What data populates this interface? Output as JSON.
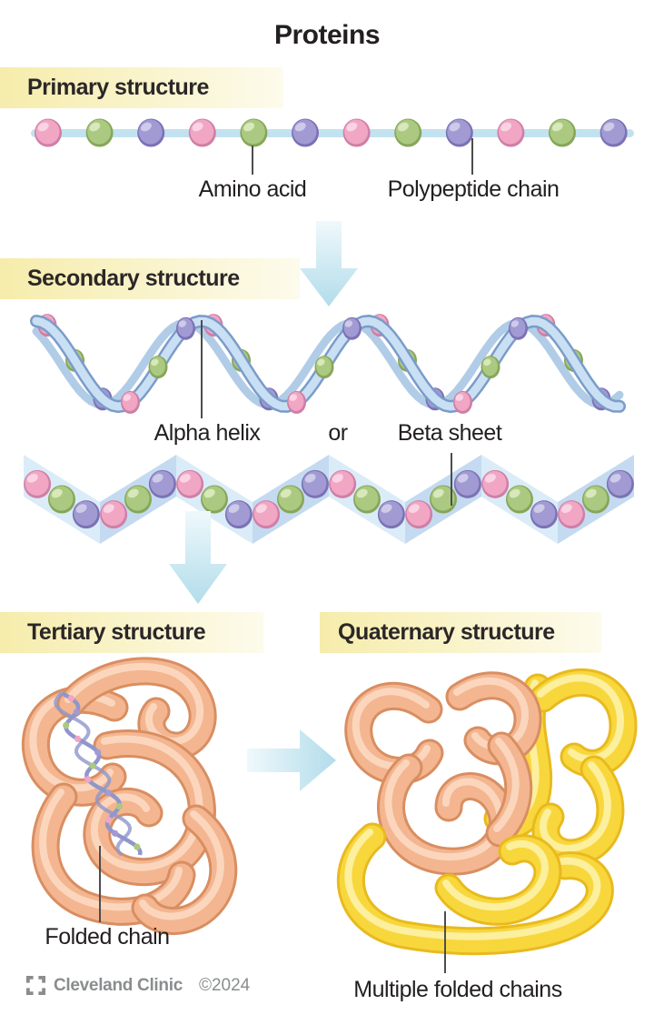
{
  "title": "Proteins",
  "sections": {
    "primary": {
      "label": "Primary structure",
      "amino_acid_label": "Amino acid",
      "polypeptide_label": "Polypeptide chain",
      "bead_count": 12
    },
    "secondary": {
      "label": "Secondary structure",
      "alpha_label": "Alpha helix",
      "or_label": "or",
      "beta_label": "Beta sheet",
      "beta_panel_count": 8
    },
    "tertiary": {
      "label": "Tertiary structure",
      "caption": "Folded chain"
    },
    "quaternary": {
      "label": "Quaternary structure",
      "caption": "Multiple folded chains"
    }
  },
  "footer": {
    "brand": "Cleveland Clinic",
    "copyright": "©2024"
  },
  "bead_cycle": [
    "pink",
    "green",
    "purple"
  ],
  "icons": [
    "down-arrow",
    "right-arrow",
    "cleveland-clinic-logo"
  ],
  "palette": {
    "ink": "#231f20",
    "band_yellow": "#f6ecab",
    "band_yellow_fade": "#fdfbec",
    "chain_blue": "#c3e2f0",
    "bead_pink": "#f1a6c4",
    "bead_pink_rim": "#cf7fa6",
    "bead_pink_hi": "#fbd9e8",
    "bead_green": "#acc981",
    "bead_green_rim": "#87a65a",
    "bead_green_hi": "#dcebc0",
    "bead_purple": "#a19ad3",
    "bead_purple_rim": "#7b72b5",
    "bead_purple_hi": "#d3cfeb",
    "ribbon_fill": "#c9e0f4",
    "ribbon_edge": "#7b9cc9",
    "ribbon_back": "#a9c6e4",
    "overlay_ribbon": "#8f96cc",
    "panel_light": "#daecf8",
    "panel_dark": "#c4daf0",
    "arrow_light": "#eff9fc",
    "arrow_dark": "#b2dcea",
    "tube_orange": "#f3b690",
    "tube_orange_edge": "#d98e61",
    "tube_orange_hi": "#fcdcc5",
    "tube_yellow": "#f8d73d",
    "tube_yellow_edge": "#e8ba1e",
    "tube_yellow_hi": "#fdf3ae",
    "leader": "#4d4d4d",
    "logo_gray": "#8a8c8e"
  }
}
